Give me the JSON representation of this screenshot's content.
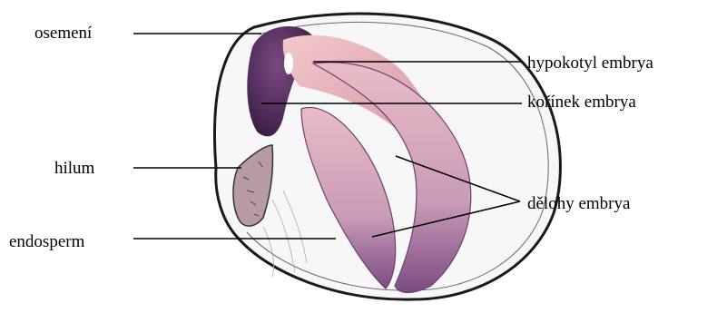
{
  "labels": {
    "left": [
      "osemení",
      "hilum",
      "endosperm"
    ],
    "right": [
      "hypokotyl embrya",
      "kořínek embrya",
      "dělohy embrya"
    ]
  },
  "colors": {
    "seed_coat": "#1a1a1a",
    "endosperm": "#f7f5f6",
    "embryo_dark": "#4a2450",
    "embryo_pink": "#d9a3b2",
    "cotyledon": "#b88aa8",
    "leader_line": "#000000"
  }
}
